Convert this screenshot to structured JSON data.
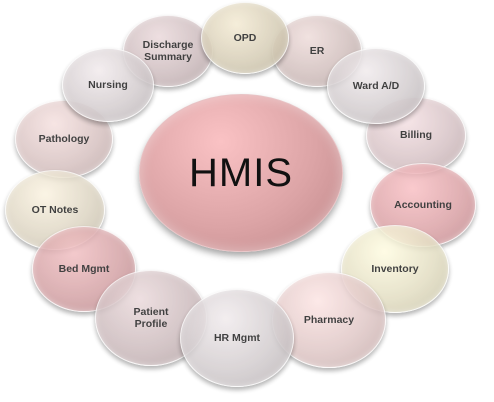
{
  "hub": {
    "label": "HMIS",
    "color": "#dca4a6"
  },
  "modules": [
    {
      "label": "OPD",
      "color": "#d6cdb6"
    },
    {
      "label": "ER",
      "color": "#d1bfbd"
    },
    {
      "label": "Ward A/D",
      "color": "#d3cdcf"
    },
    {
      "label": "Billing",
      "color": "#d7c3c6"
    },
    {
      "label": "Accounting",
      "color": "#dba3a7"
    },
    {
      "label": "Inventory",
      "color": "#e3dec3"
    },
    {
      "label": "Pharmacy",
      "color": "#dfc7c6"
    },
    {
      "label": "HR Mgmt",
      "color": "#d3cdcf"
    },
    {
      "label": "Patient\nProfile",
      "color": "#cdbcbe"
    },
    {
      "label": "Bed Mgmt",
      "color": "#d4a3a6"
    },
    {
      "label": "OT Notes",
      "color": "#ddd5c3"
    },
    {
      "label": "Pathology",
      "color": "#d8c3c2"
    },
    {
      "label": "Nursing",
      "color": "#d4cdcf"
    },
    {
      "label": "Discharge\nSummary",
      "color": "#cdbcbe"
    }
  ]
}
